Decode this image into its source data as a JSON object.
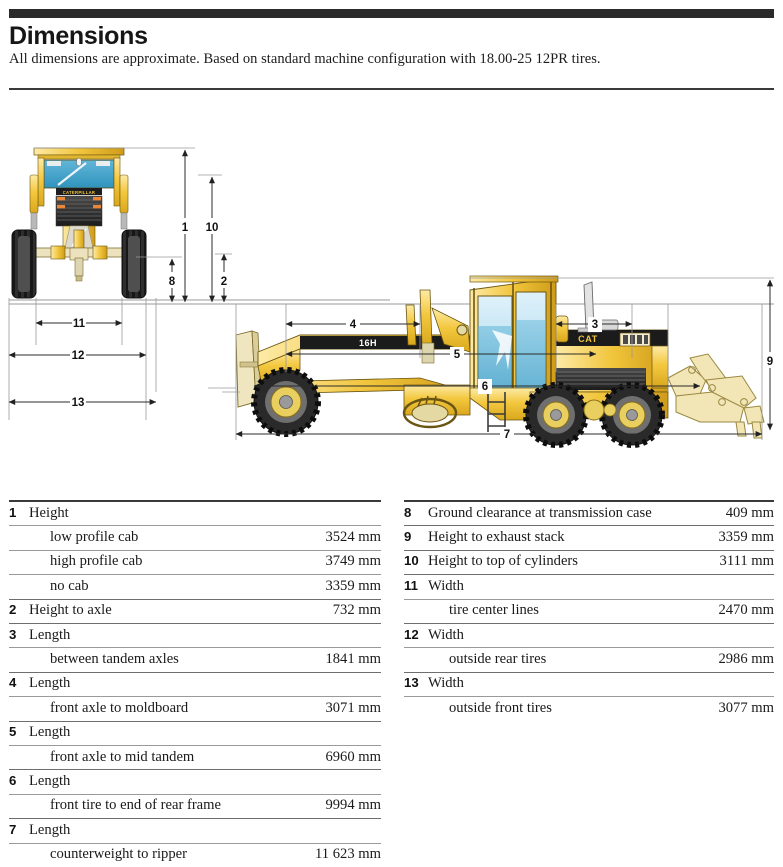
{
  "document": {
    "title": "Dimensions",
    "subtitle": "All dimensions are approximate. Based on standard machine configuration with 18.00-25 12PR tires.",
    "unit": "mm"
  },
  "illustration": {
    "machine_model_label": "16H",
    "brand_badge_side": "CAT",
    "brand_badge_front": "CATERPILLAR",
    "colors": {
      "body_yellow": "#f0c23c",
      "body_yellow_light": "#fbe08a",
      "body_yellow_dark": "#c89a1e",
      "outline": "#4a3c10",
      "glass_blue": "#cfe8f5",
      "glass_blue_deep": "#3b9cc4",
      "tire_dark": "#3a3a3a",
      "tire_black": "#1d1d1d",
      "dim_line": "#2b2b2b",
      "ground_line": "#8d8d8d"
    },
    "callouts": [
      {
        "id": "1",
        "view": "front",
        "orientation": "vertical",
        "meaning": "Height"
      },
      {
        "id": "10",
        "view": "front",
        "orientation": "vertical",
        "meaning": "Height to top of cylinders"
      },
      {
        "id": "8",
        "view": "front",
        "orientation": "vertical",
        "meaning": "Ground clearance at transmission case"
      },
      {
        "id": "2",
        "view": "side",
        "orientation": "vertical",
        "meaning": "Height to axle"
      },
      {
        "id": "9",
        "view": "side",
        "orientation": "vertical",
        "meaning": "Height to exhaust stack"
      },
      {
        "id": "11",
        "view": "front",
        "orientation": "horizontal",
        "meaning": "Width tire center lines"
      },
      {
        "id": "12",
        "view": "front",
        "orientation": "horizontal",
        "meaning": "Width outside rear tires"
      },
      {
        "id": "13",
        "view": "front",
        "orientation": "horizontal",
        "meaning": "Width outside front tires"
      },
      {
        "id": "4",
        "view": "side",
        "orientation": "horizontal",
        "meaning": "Length front axle to moldboard"
      },
      {
        "id": "3",
        "view": "side",
        "orientation": "horizontal",
        "meaning": "Length between tandem axles"
      },
      {
        "id": "5",
        "view": "side",
        "orientation": "horizontal",
        "meaning": "Length front axle to mid tandem"
      },
      {
        "id": "6",
        "view": "side",
        "orientation": "horizontal",
        "meaning": "Length front tire to end of rear frame"
      },
      {
        "id": "7",
        "view": "side",
        "orientation": "horizontal",
        "meaning": "Length counterweight to ripper"
      }
    ]
  },
  "specs": {
    "left": [
      {
        "num": "1",
        "label": "Height",
        "value": "",
        "type": "group"
      },
      {
        "num": "",
        "label": "low profile cab",
        "value": "3524 mm",
        "type": "sub"
      },
      {
        "num": "",
        "label": "high profile cab",
        "value": "3749 mm",
        "type": "sub"
      },
      {
        "num": "",
        "label": "no cab",
        "value": "3359 mm",
        "type": "sub-last"
      },
      {
        "num": "2",
        "label": "Height to axle",
        "value": "732 mm",
        "type": "single"
      },
      {
        "num": "3",
        "label": "Length",
        "value": "",
        "type": "group"
      },
      {
        "num": "",
        "label": "between tandem axles",
        "value": "1841 mm",
        "type": "sub-last"
      },
      {
        "num": "4",
        "label": "Length",
        "value": "",
        "type": "group"
      },
      {
        "num": "",
        "label": "front axle to moldboard",
        "value": "3071 mm",
        "type": "sub-last"
      },
      {
        "num": "5",
        "label": "Length",
        "value": "",
        "type": "group"
      },
      {
        "num": "",
        "label": "front axle to mid tandem",
        "value": "6960 mm",
        "type": "sub-last"
      },
      {
        "num": "6",
        "label": "Length",
        "value": "",
        "type": "group"
      },
      {
        "num": "",
        "label": "front tire to end of rear frame",
        "value": "9994 mm",
        "type": "sub-last"
      },
      {
        "num": "7",
        "label": "Length",
        "value": "",
        "type": "group"
      },
      {
        "num": "",
        "label": "counterweight to ripper",
        "value": "11 623 mm",
        "type": "sub-last"
      }
    ],
    "right": [
      {
        "num": "8",
        "label": "Ground clearance at transmission case",
        "value": "409 mm",
        "type": "single"
      },
      {
        "num": "9",
        "label": "Height to exhaust stack",
        "value": "3359 mm",
        "type": "single"
      },
      {
        "num": "10",
        "label": "Height to top of cylinders",
        "value": "3111 mm",
        "type": "single"
      },
      {
        "num": "11",
        "label": "Width",
        "value": "",
        "type": "group"
      },
      {
        "num": "",
        "label": "tire center lines",
        "value": "2470 mm",
        "type": "sub-last"
      },
      {
        "num": "12",
        "label": "Width",
        "value": "",
        "type": "group"
      },
      {
        "num": "",
        "label": "outside rear tires",
        "value": "2986 mm",
        "type": "sub-last"
      },
      {
        "num": "13",
        "label": "Width",
        "value": "",
        "type": "group"
      },
      {
        "num": "",
        "label": "outside front tires",
        "value": "3077 mm",
        "type": "sub-last"
      }
    ]
  }
}
